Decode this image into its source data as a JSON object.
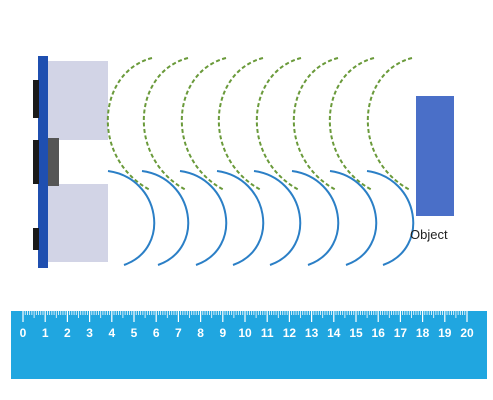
{
  "object_label": "Object",
  "ruler": {
    "numbers": [
      "0",
      "1",
      "2",
      "3",
      "4",
      "5",
      "6",
      "7",
      "8",
      "9",
      "10",
      "11",
      "12",
      "13",
      "14",
      "15",
      "16",
      "17",
      "18",
      "19",
      "20"
    ]
  },
  "colors": {
    "board_blue": "#1f4fb0",
    "sensor_grey": "#d2d4e6",
    "sensor_chip": "#555555",
    "object_blue": "#4a6fc8",
    "emitted_wave": "#6a9a3a",
    "reflected_wave": "#2b7fc6",
    "ruler_fill": "#20a6e0",
    "ruler_marks": "#ffffff"
  }
}
